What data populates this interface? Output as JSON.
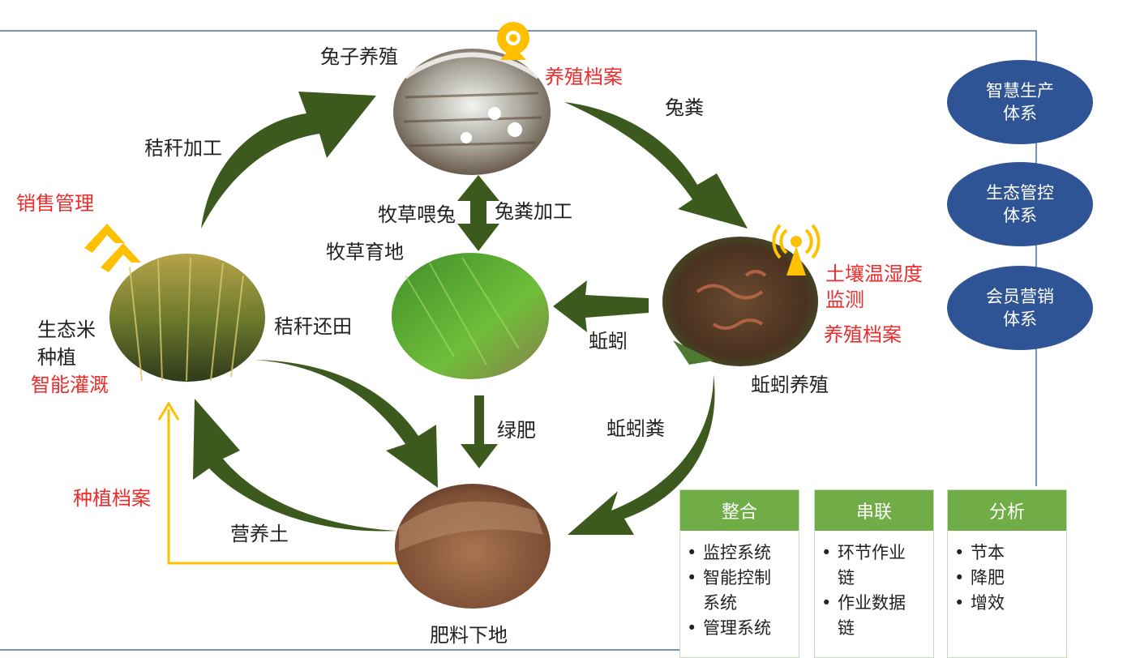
{
  "nodes": {
    "rabbit": "兔子养殖",
    "grass": "牧草育地",
    "worm": "蚯蚓养殖",
    "rice": "生态米\n种植",
    "fertilizer": "肥料下地"
  },
  "flows": {
    "straw_processing": "秸秆加工",
    "rabbit_manure": "兔粪",
    "grass_feed": "牧草喂兔",
    "manure_processing": "兔粪加工",
    "earthworm": "蚯蚓",
    "straw_return": "秸秆还田",
    "green_manure": "绿肥",
    "worm_manure": "蚯蚓粪",
    "nutrient_soil": "营养土"
  },
  "tech": {
    "breeding_record_rabbit": "养殖档案",
    "soil_monitor": "土壤温湿度\n监测",
    "breeding_record_worm": "养殖档案",
    "sales_mgmt": "销售管理",
    "smart_irrigation": "智能灌溉",
    "planting_record": "种植档案"
  },
  "systems": [
    "智慧生产\n体系",
    "生态管控\n体系",
    "会员营销\n体系"
  ],
  "boxes": [
    {
      "title": "整合",
      "items": [
        "监控系统",
        "智能控制\n系统",
        "管理系统"
      ]
    },
    {
      "title": "串联",
      "items": [
        "环节作业\n链",
        "作业数据\n链"
      ]
    },
    {
      "title": "分析",
      "items": [
        "节本",
        "降肥",
        "增效"
      ]
    }
  ],
  "icons": {
    "camera": "webcam-icon",
    "signal": "wireless-tower-icon",
    "sales": "double-chevron-up-icon"
  },
  "colors": {
    "arrow": "#3d5a1e",
    "red_text": "#ee2b2b",
    "system_ellipse": "#2f5496",
    "box_header": "#70ad47",
    "feedback_line": "#ffc000",
    "frame": "#4a6fa5"
  }
}
